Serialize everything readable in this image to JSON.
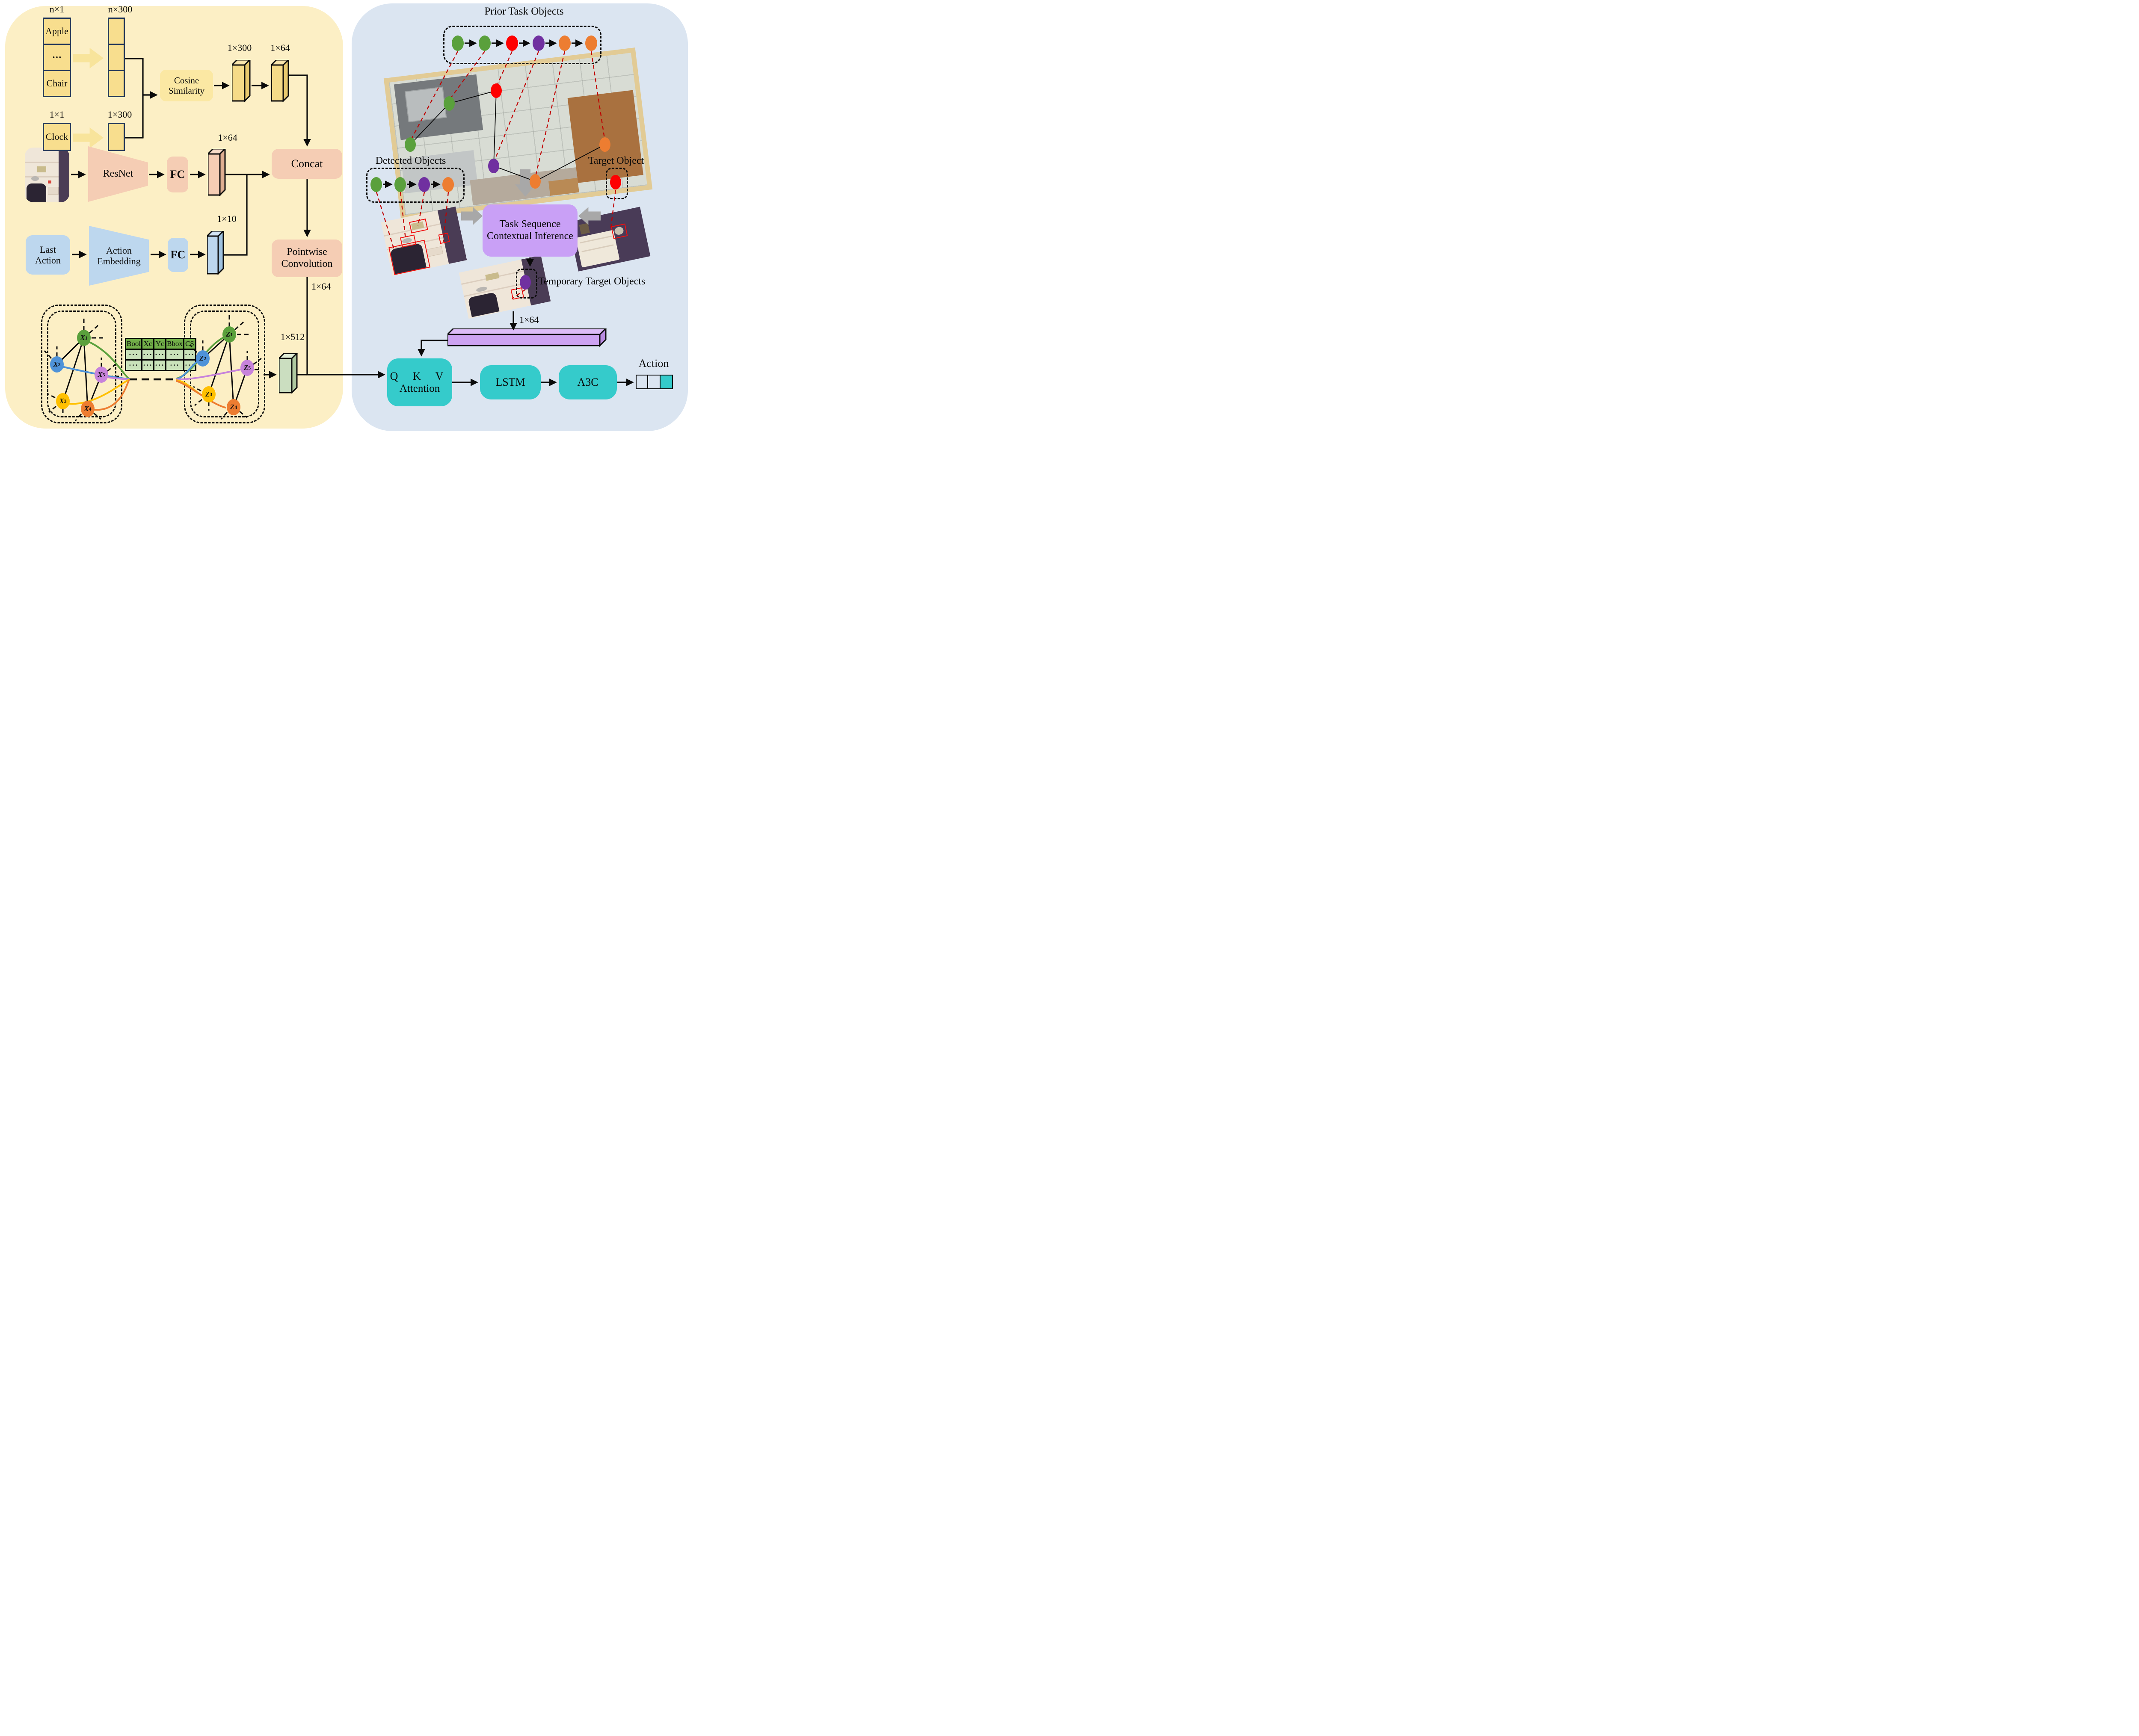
{
  "colors": {
    "left_panel_bg": "#FCEFC5",
    "right_panel_bg": "#DBE5F1",
    "yellow_fill": "#F8DE8E",
    "yellow_border": "#22365A",
    "yellow_arrow": "#F8E49B",
    "cosine_bg": "#FBE8A3",
    "slab_yellow_front": "#F5DB88",
    "slab_yellow_top": "#FAE7AE",
    "slab_yellow_side": "#E8C96E",
    "salmon": "#F5CDB4",
    "salmon_top": "#F8DCC9",
    "salmon_side": "#DFAE92",
    "light_blue": "#BDD7EE",
    "blue_top": "#D4E6F6",
    "blue_side": "#9FC2E0",
    "green_front": "#CBDEC0",
    "green_top": "#DFECD6",
    "green_side": "#AFC9A0",
    "table_header": "#71AE48",
    "table_cell": "#C9E2BA",
    "purple_box": "#C9A0F6",
    "purple_bar_front": "#CDA3F2",
    "purple_bar_top": "#DDBCF8",
    "purple_bar_side": "#B98BE0",
    "teal": "#35CBCB",
    "gray_arrow": "#A8A8A8",
    "red_dash": "#C00000",
    "node_green": "#5AA03C",
    "node_blue": "#4E92D8",
    "node_violet": "#C783DB",
    "node_yellow": "#FFC000",
    "node_orange": "#ED7D31",
    "node_red": "#FE0000",
    "node_purple": "#7030A0"
  },
  "left": {
    "embed": {
      "n1": "n×1",
      "n300": "n×300",
      "one1": "1×1",
      "one300": "1×300",
      "stack": [
        "Apple",
        "···",
        "Chair"
      ],
      "clock": "Clock",
      "cosine1": "Cosine",
      "cosine2": "Similarity",
      "slab1": "1×300",
      "slab2": "1×64"
    },
    "visual": {
      "resnet": "ResNet",
      "fc": "FC",
      "slab": "1×64"
    },
    "act": {
      "l1": "Last",
      "l2": "Action",
      "e1": "Action",
      "e2": "Embedding",
      "fc": "FC",
      "slab": "1×10"
    },
    "fuse": {
      "concat": "Concat",
      "pw1": "Pointwise",
      "pw2": "Convolution",
      "out": "1×64",
      "slab512": "1×512"
    },
    "table": {
      "headers": [
        "Bool",
        "Xc",
        "Yc",
        "Bbox",
        "CS"
      ],
      "rows": [
        [
          "···",
          "···",
          "···",
          "···",
          "···"
        ],
        [
          "···",
          "···",
          "···",
          "···",
          "···"
        ]
      ]
    },
    "gx": [
      {
        "b": "X",
        "s": "1",
        "c": "#5AA03C"
      },
      {
        "b": "X",
        "s": "2",
        "c": "#4E92D8"
      },
      {
        "b": "X",
        "s": "5",
        "c": "#C783DB"
      },
      {
        "b": "X",
        "s": "3",
        "c": "#FFC000"
      },
      {
        "b": "X",
        "s": "4",
        "c": "#ED7D31"
      }
    ],
    "gz": [
      {
        "b": "Z",
        "s": "1",
        "c": "#5AA03C"
      },
      {
        "b": "Z",
        "s": "2",
        "c": "#4E92D8"
      },
      {
        "b": "Z",
        "s": "5",
        "c": "#C783DB"
      },
      {
        "b": "Z",
        "s": "3",
        "c": "#FFC000"
      },
      {
        "b": "Z",
        "s": "4",
        "c": "#ED7D31"
      }
    ]
  },
  "right": {
    "prior": {
      "title": "Prior Task Objects",
      "circles": [
        "#5AA03C",
        "#5AA03C",
        "#FE0000",
        "#7030A0",
        "#ED7D31",
        "#ED7D31"
      ]
    },
    "map_nodes": [
      "#5AA03C",
      "#FE0000",
      "#5AA03C",
      "#7030A0",
      "#ED7D31",
      "#ED7D31"
    ],
    "detected": {
      "label": "Detected Objects",
      "circles": [
        "#5AA03C",
        "#5AA03C",
        "#7030A0",
        "#ED7D31"
      ]
    },
    "target": {
      "label": "Target Object",
      "circle": "#FE0000"
    },
    "tsci": {
      "l1": "Task Sequence",
      "l2": "Contextual Inference"
    },
    "temp": {
      "label": "Temporary Target Objects",
      "circle": "#7030A0"
    },
    "feat": "1×64",
    "pipe": {
      "qkv": "Q K V",
      "attention": "Attention",
      "lstm": "LSTM",
      "a3c": "A3C",
      "action": "Action"
    }
  }
}
